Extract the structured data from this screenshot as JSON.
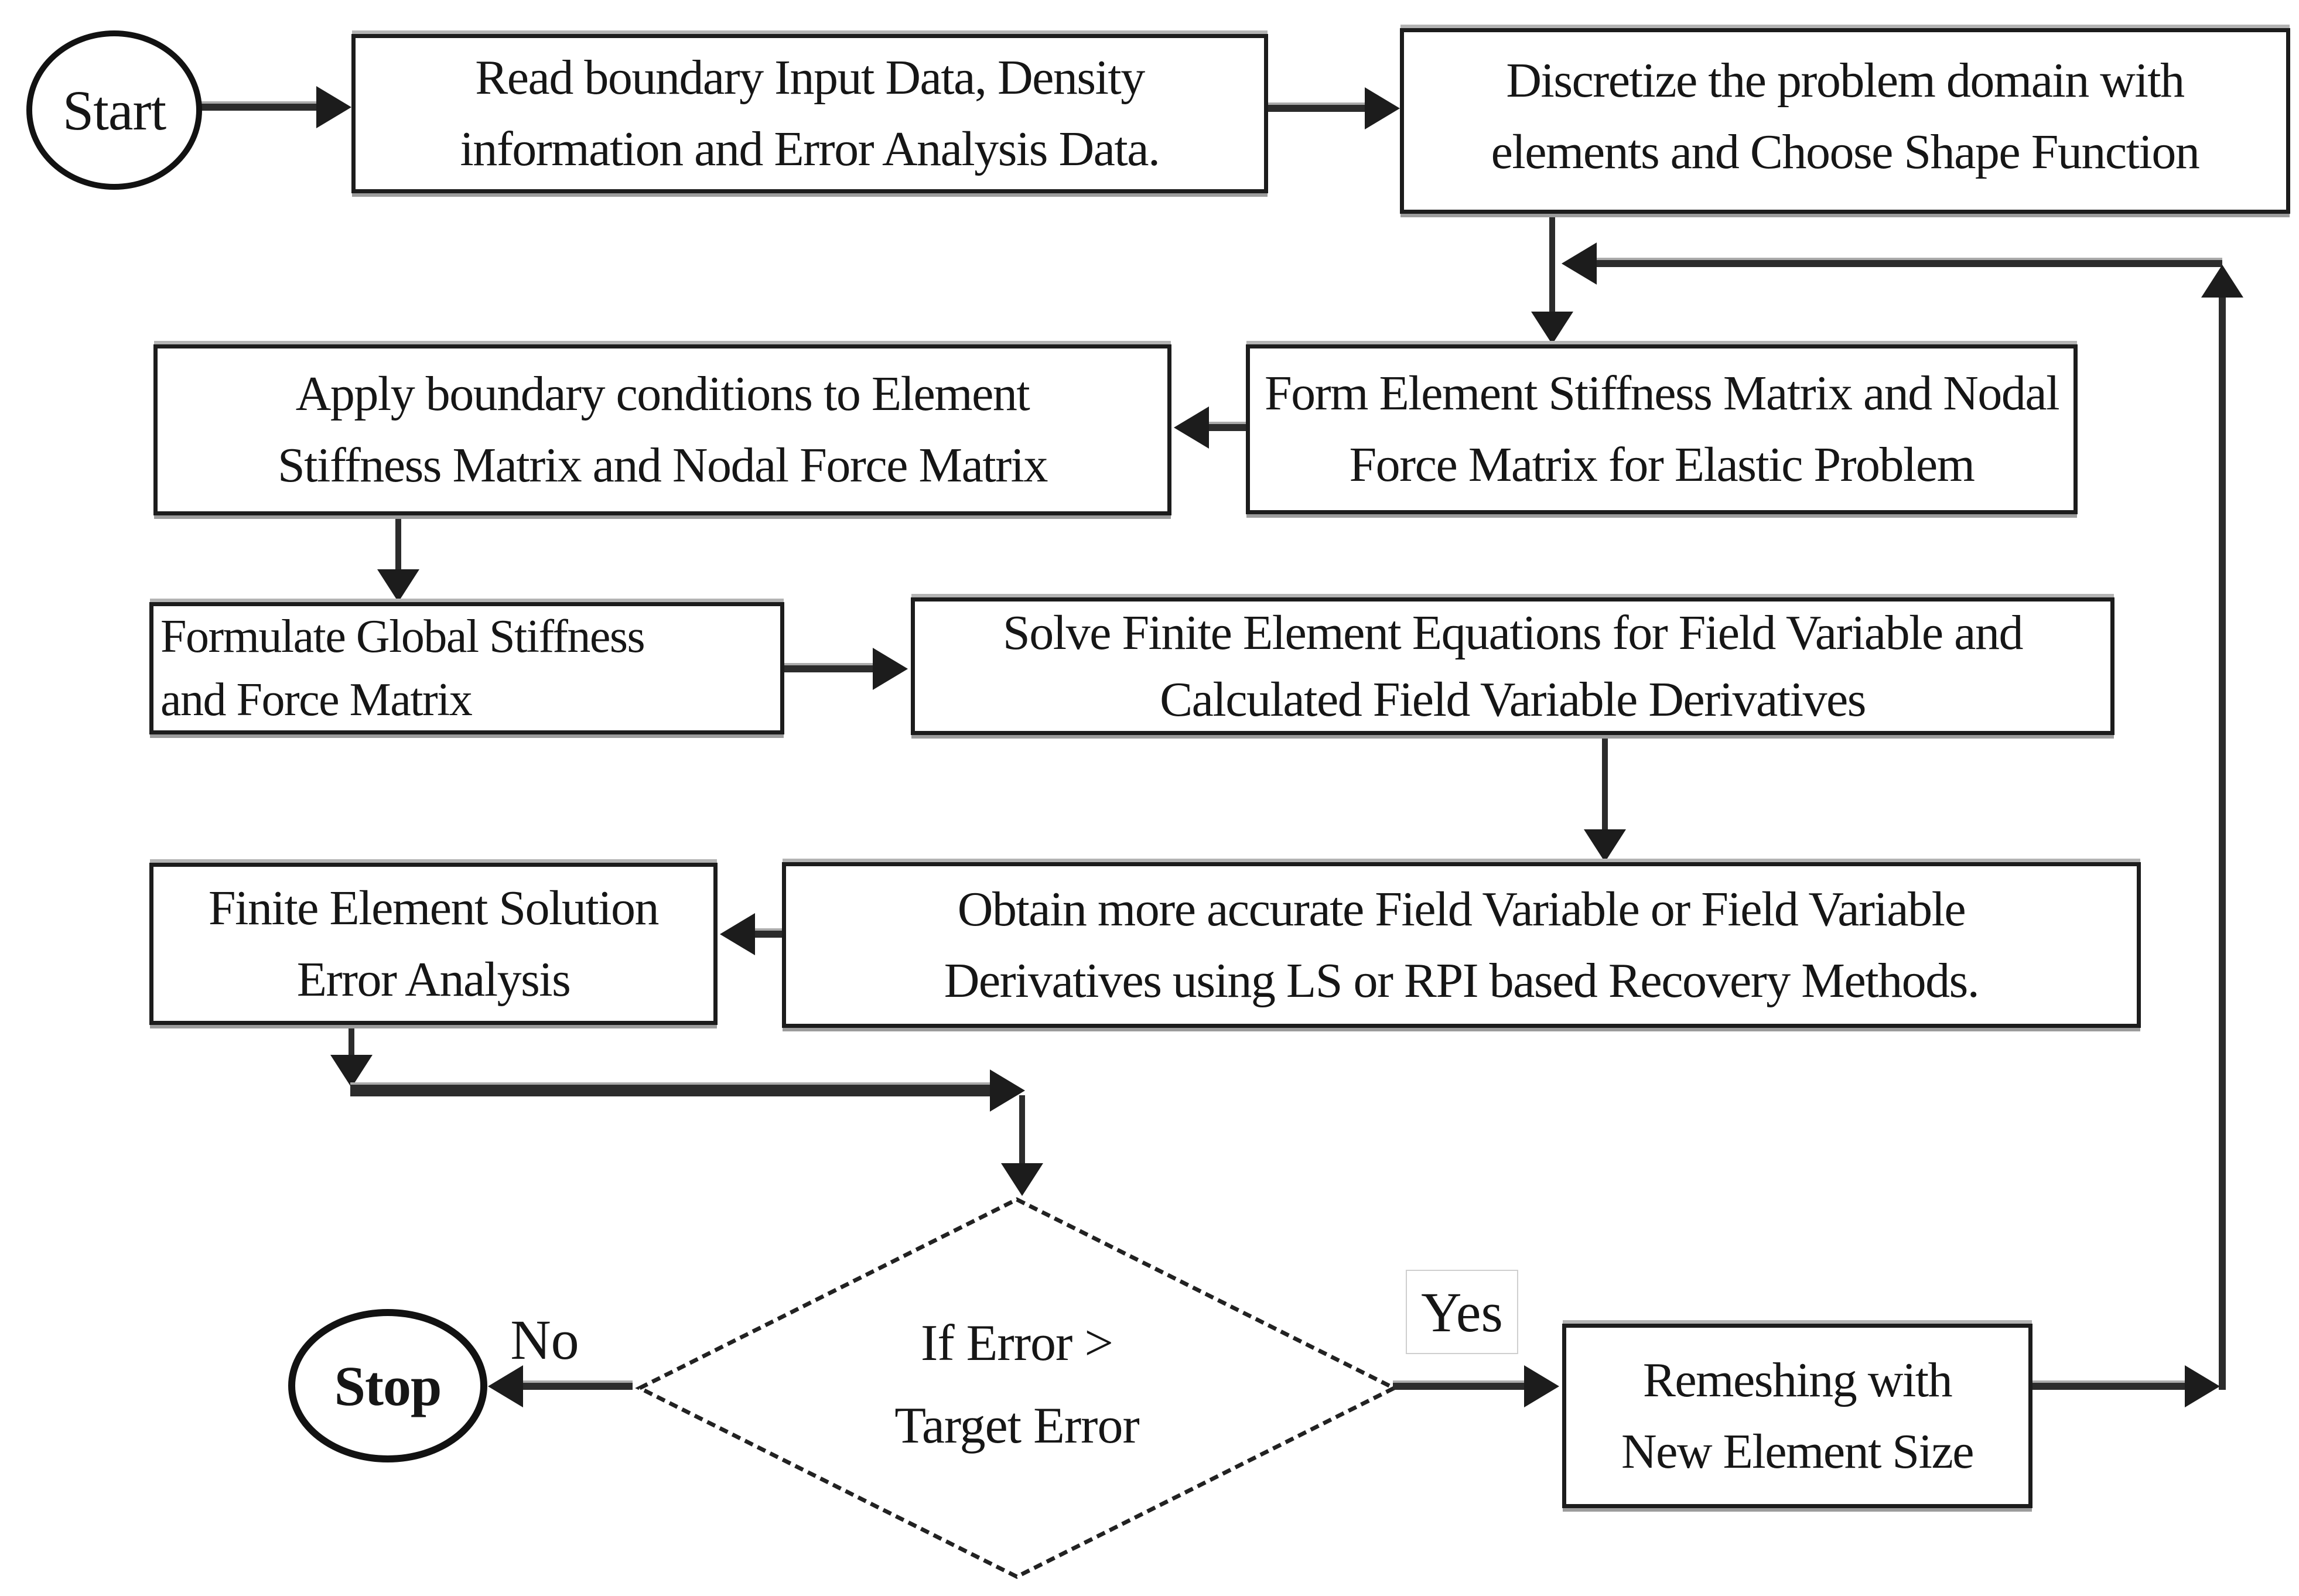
{
  "figure_type": "flowchart",
  "colors": {
    "ink": "#1c1c1c",
    "background": "#ffffff"
  },
  "nodes": {
    "start": {
      "type": "terminator",
      "label": "Start"
    },
    "read_input": {
      "type": "process",
      "line1": "Read boundary Input Data, Density",
      "line2": "information and Error Analysis Data."
    },
    "discretize": {
      "type": "process",
      "line1": "Discretize the problem domain with",
      "line2": "elements and Choose Shape Function"
    },
    "form_element": {
      "type": "process",
      "line1": "Form Element Stiffness Matrix and Nodal",
      "line2": "Force Matrix for Elastic Problem"
    },
    "apply_bc": {
      "type": "process",
      "line1": "Apply boundary conditions to Element",
      "line2": "Stiffness Matrix and Nodal Force Matrix"
    },
    "formulate_global": {
      "type": "process",
      "line1": "Formulate Global Stiffness",
      "line2": "and Force Matrix"
    },
    "solve_fe": {
      "type": "process",
      "line1": "Solve Finite Element Equations for Field Variable and",
      "line2": "Calculated Field Variable Derivatives"
    },
    "error_analysis": {
      "type": "process",
      "line1": "Finite Element Solution",
      "line2": "Error Analysis"
    },
    "recovery": {
      "type": "process",
      "line1": "Obtain more accurate Field Variable or Field Variable",
      "line2": "Derivatives using LS or RPI based Recovery Methods."
    },
    "decision": {
      "type": "decision",
      "line1": "If Error >",
      "line2": "Target Error"
    },
    "remesh": {
      "type": "process",
      "line1": "Remeshing with",
      "line2": "New Element Size"
    },
    "stop": {
      "type": "terminator",
      "label": "Stop"
    }
  },
  "edge_labels": {
    "no": "No",
    "yes": "Yes"
  },
  "edges": [
    {
      "from": "start",
      "to": "read_input"
    },
    {
      "from": "read_input",
      "to": "discretize"
    },
    {
      "from": "discretize",
      "to": "form_element"
    },
    {
      "from": "form_element",
      "to": "apply_bc"
    },
    {
      "from": "apply_bc",
      "to": "formulate_global"
    },
    {
      "from": "formulate_global",
      "to": "solve_fe"
    },
    {
      "from": "solve_fe",
      "to": "recovery"
    },
    {
      "from": "recovery",
      "to": "error_analysis"
    },
    {
      "from": "error_analysis",
      "to": "decision"
    },
    {
      "from": "decision",
      "to": "stop",
      "label": "No"
    },
    {
      "from": "decision",
      "to": "remesh",
      "label": "Yes"
    },
    {
      "from": "remesh",
      "to": "form_element"
    }
  ]
}
